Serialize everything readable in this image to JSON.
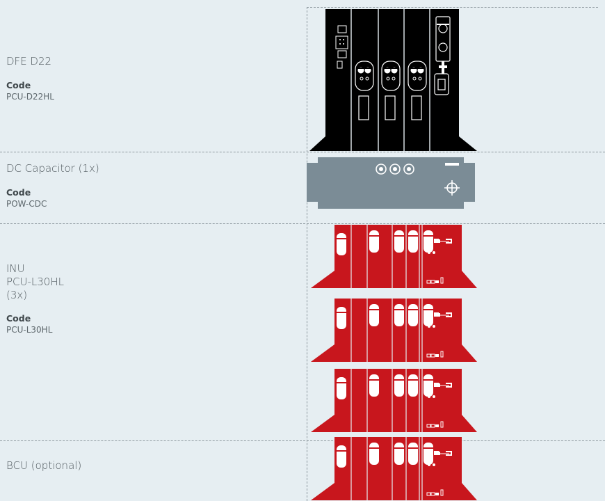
{
  "sections": [
    {
      "id": "dfe",
      "name_lines": [
        "DFE D22"
      ],
      "code_label": "Code",
      "code": "PCU-D22HL"
    },
    {
      "id": "capacitor",
      "name_lines": [
        "DC Capacitor (1x)"
      ],
      "code_label": "Code",
      "code": "POW-CDC"
    },
    {
      "id": "inu",
      "name_lines": [
        "INU",
        "PCU-L30HL",
        "(3x)"
      ],
      "code_label": "Code",
      "code": "PCU-L30HL"
    },
    {
      "id": "bcu",
      "name_lines": [
        "BCU (optional)"
      ]
    }
  ],
  "colors": {
    "background": "#e6eef2",
    "dfe_unit": "#000000",
    "capacitor_unit": "#7b8c96",
    "inu_unit": "#c8161d",
    "divider": "#8c979d"
  },
  "units": {
    "inu_count": 3,
    "bcu_count": 1
  }
}
